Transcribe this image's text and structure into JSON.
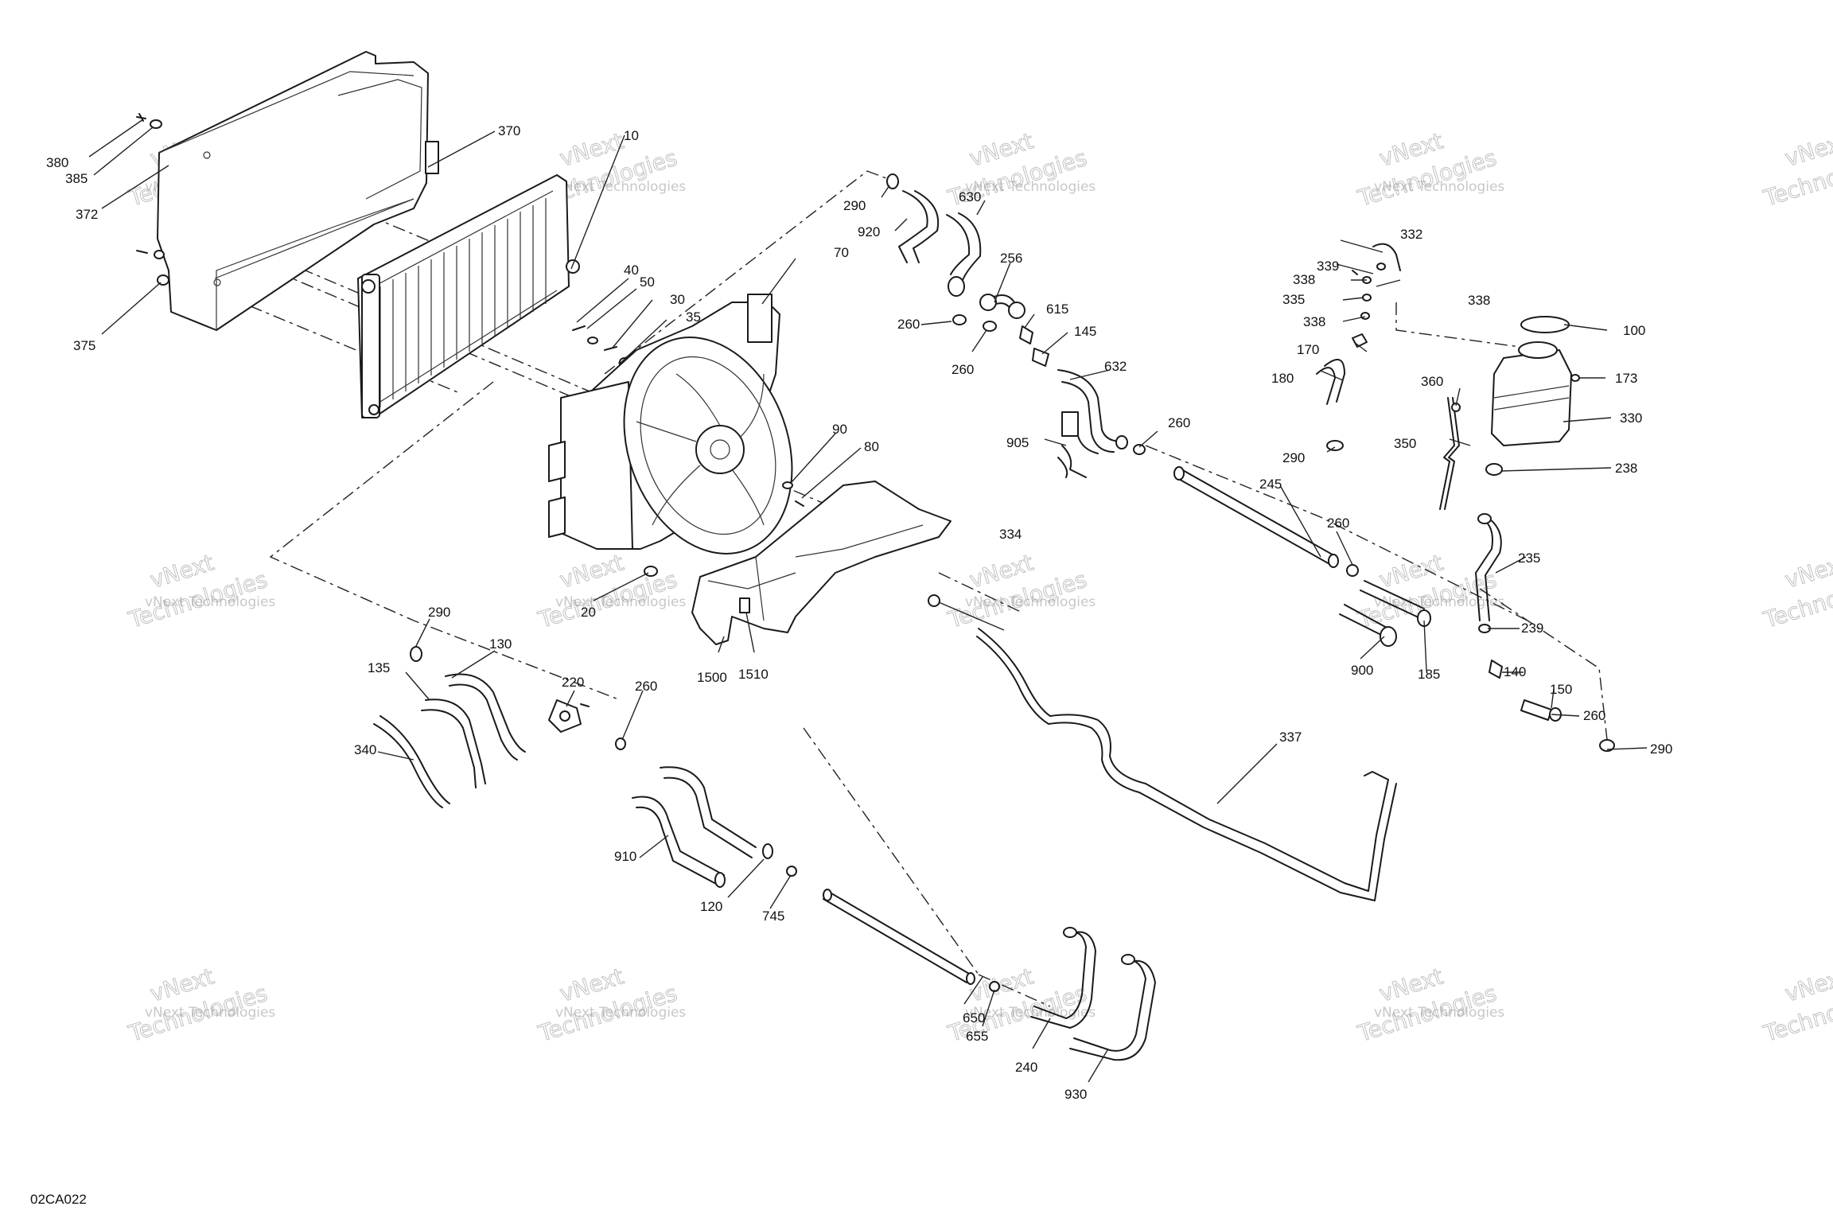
{
  "callouts": {
    "c10": "10",
    "c20": "20",
    "c30": "30",
    "c35": "35",
    "c40": "40",
    "c50": "50",
    "c70": "70",
    "c80": "80",
    "c90": "90",
    "c100": "100",
    "c120": "120",
    "c130": "130",
    "c135": "135",
    "c140": "140",
    "c145": "145",
    "c150": "150",
    "c170": "170",
    "c173": "173",
    "c180": "180",
    "c185": "185",
    "c220": "220",
    "c235": "235",
    "c238": "238",
    "c239": "239",
    "c240": "240",
    "c245": "245",
    "c256": "256",
    "c260a": "260",
    "c260b": "260",
    "c260c": "260",
    "c260d": "260",
    "c260e": "260",
    "c260f": "260",
    "c290a": "290",
    "c290b": "290",
    "c290c": "290",
    "c290d": "290",
    "c330": "330",
    "c332": "332",
    "c334": "334",
    "c335": "335",
    "c337": "337",
    "c338a": "338",
    "c338b": "338",
    "c338c": "338",
    "c339": "339",
    "c340": "340",
    "c350": "350",
    "c360": "360",
    "c370": "370",
    "c372": "372",
    "c375": "375",
    "c380": "380",
    "c385": "385",
    "c615": "615",
    "c630": "630",
    "c632": "632",
    "c650": "650",
    "c655": "655",
    "c745": "745",
    "c900": "900",
    "c905": "905",
    "c910": "910",
    "c920": "920",
    "c930": "930",
    "c1500": "1500",
    "c1510": "1510"
  },
  "watermark": {
    "brand_line": "vNext Technologies",
    "big_top": "vNext",
    "big_bottom": "Technologies"
  },
  "reference_code": "02CA022"
}
